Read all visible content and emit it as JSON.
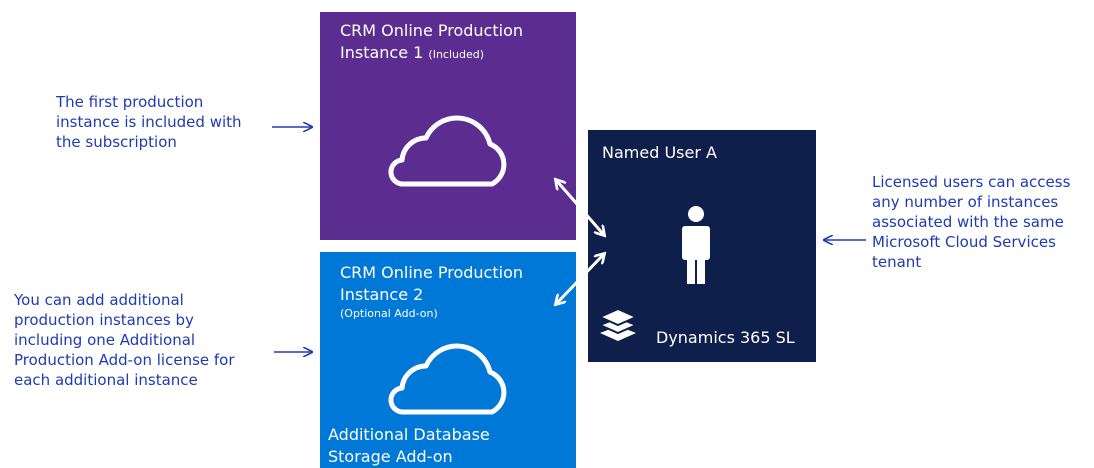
{
  "box1": {
    "title_line1": "CRM Online Production",
    "title_line2": "Instance 1",
    "title_note": "(Included)",
    "color": "#5c2d91",
    "icon": "cloud-icon"
  },
  "box2": {
    "title_line1": "CRM Online Production",
    "title_line2": "Instance 2",
    "subtitle": "(Optional Add-on)",
    "storage_line1": "Additional Database",
    "storage_line2": "Storage Add-on",
    "color": "#0078d7",
    "icon": "cloud-icon"
  },
  "box3": {
    "title": "Named User A",
    "product": "Dynamics 365 SL",
    "color": "#0f1f4b",
    "icons": [
      "person-icon",
      "layers-icon"
    ]
  },
  "callouts": {
    "first": [
      "The first production",
      "instance is included with",
      "the subscription"
    ],
    "add": [
      "You can add additional",
      "production instances by",
      "including one Additional",
      "Production Add-on license for",
      "each additional instance"
    ],
    "licensed": [
      "Licensed users can access",
      "any number of instances",
      "associated with the same",
      "Microsoft Cloud Services",
      "tenant"
    ]
  },
  "colors": {
    "callout_text": "#1e3bb3",
    "arrow": "#1e3bb3"
  }
}
